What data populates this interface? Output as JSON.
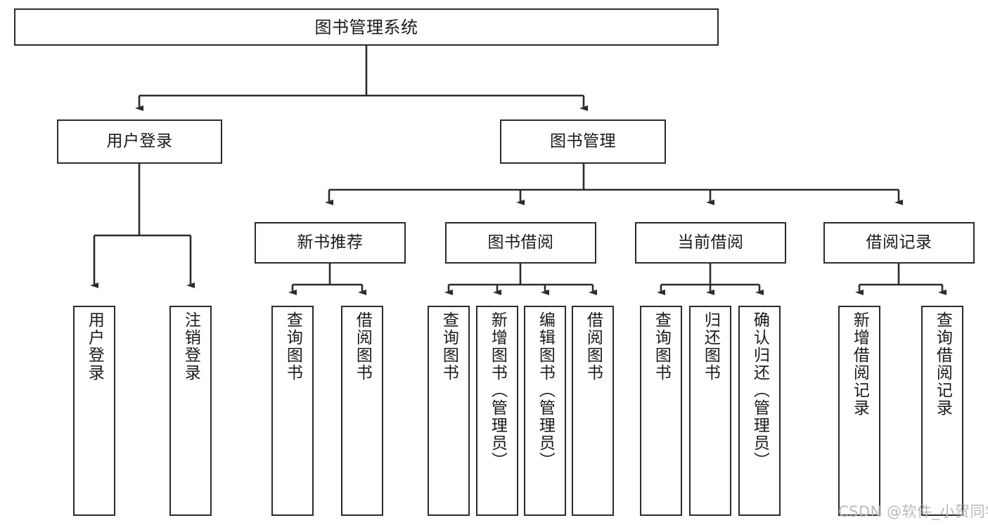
{
  "diagram": {
    "title": "图书管理系统",
    "type": "function-tree",
    "nodes": {
      "root": {
        "label": "图书管理系统"
      },
      "level2": [
        {
          "id": "user-login",
          "label": "用户登录"
        },
        {
          "id": "book-management",
          "label": "图书管理"
        }
      ],
      "level3": [
        {
          "id": "new-book-recommend",
          "label": "新书推荐"
        },
        {
          "id": "book-borrow",
          "label": "图书借阅"
        },
        {
          "id": "current-borrow",
          "label": "当前借阅"
        },
        {
          "id": "borrow-record",
          "label": "借阅记录"
        }
      ],
      "leaves": [
        {
          "id": "leaf-user-login",
          "label": "用户登录",
          "parent": "user-login"
        },
        {
          "id": "leaf-logout-login",
          "label": "注销登录",
          "parent": "user-login"
        },
        {
          "id": "leaf-query-book-1",
          "label": "查询图书",
          "parent": "new-book-recommend"
        },
        {
          "id": "leaf-borrow-book-1",
          "label": "借阅图书",
          "parent": "new-book-recommend"
        },
        {
          "id": "leaf-query-book-2",
          "label": "查询图书",
          "parent": "book-borrow"
        },
        {
          "id": "leaf-add-book",
          "label": "新增图书（管理员）",
          "parent": "book-borrow"
        },
        {
          "id": "leaf-edit-book",
          "label": "编辑图书（管理员）",
          "parent": "book-borrow"
        },
        {
          "id": "leaf-borrow-book-2",
          "label": "借阅图书",
          "parent": "book-borrow"
        },
        {
          "id": "leaf-query-book-3",
          "label": "查询图书",
          "parent": "current-borrow"
        },
        {
          "id": "leaf-return-book",
          "label": "归还图书",
          "parent": "current-borrow"
        },
        {
          "id": "leaf-confirm-return",
          "label": "确认归还（管理员）",
          "parent": "current-borrow"
        },
        {
          "id": "leaf-add-record",
          "label": "新增借阅记录",
          "parent": "borrow-record"
        },
        {
          "id": "leaf-query-record",
          "label": "查询借阅记录",
          "parent": "borrow-record"
        }
      ]
    },
    "colors": {
      "stroke": "#2b2b2b",
      "fill": "#ffffff",
      "text": "#1a1a1a",
      "watermark": "#b9b9b9"
    }
  },
  "watermark": {
    "text": "CSDN @软件_小贺同学"
  }
}
